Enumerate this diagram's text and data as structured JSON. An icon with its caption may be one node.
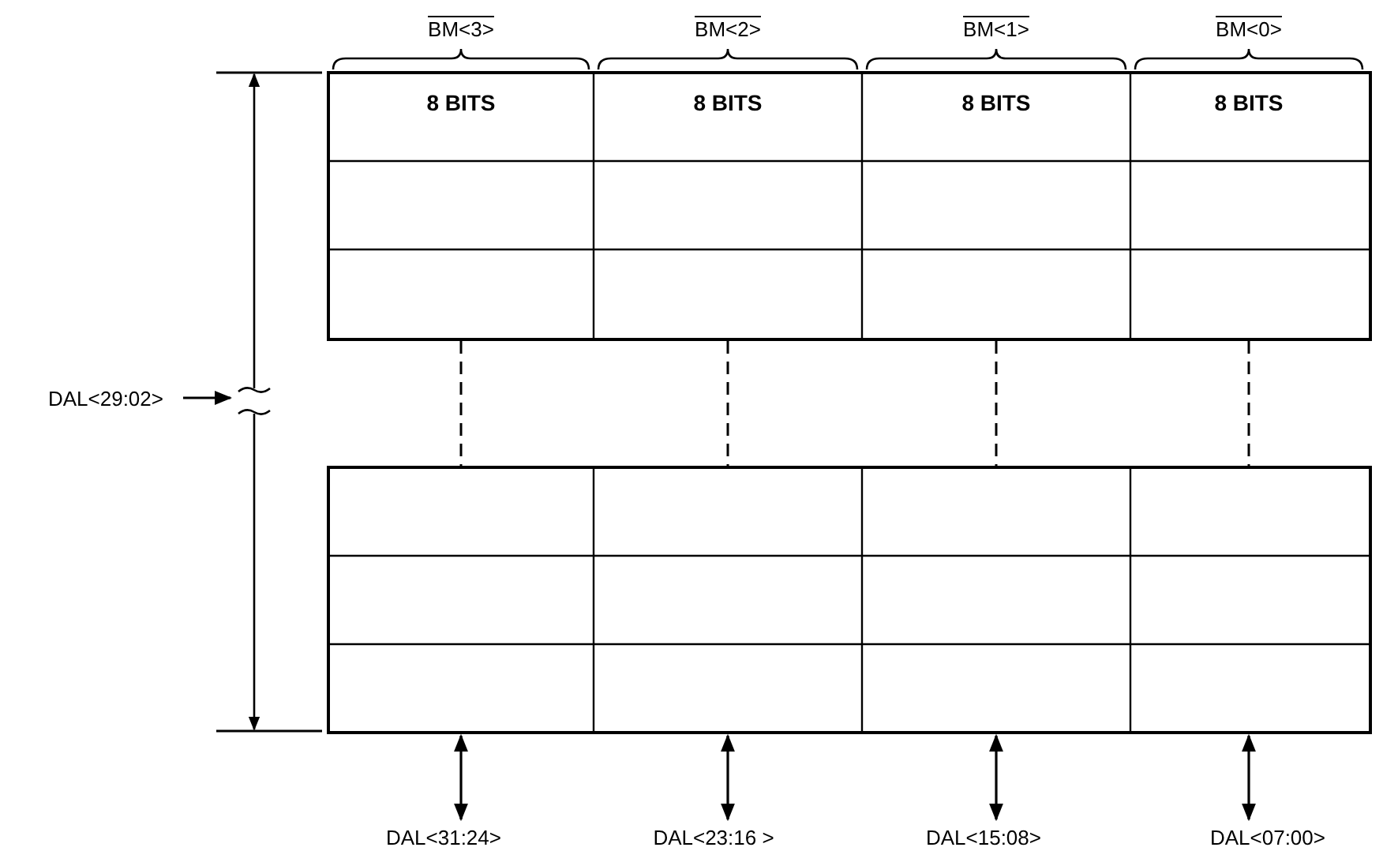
{
  "diagram": {
    "nodes": [
      {
        "text": [],
        "shape": "box"
      },
      {
        "text": [
          "8 BITS"
        ],
        "in": 0
      },
      {
        "text": [
          "8 BITS"
        ],
        "in": 0
      },
      {
        "text": [
          "8 BITS"
        ],
        "in": 0
      },
      {
        "text": [
          "8 BITS"
        ],
        "in": 0
      },
      {
        "text": [],
        "shape": "box"
      },
      {
        "text": [
          "DAL<29:02>"
        ]
      },
      {
        "text": [
          "DAL<31:24>"
        ]
      },
      {
        "text": [
          "DAL<23:16 >"
        ]
      },
      {
        "text": [
          "DAL<15:08>"
        ]
      },
      {
        "text": [
          "DAL<07:00>"
        ]
      }
    ],
    "edges": [
      {
        "from": 6,
        "to": null,
        "arrow": "to"
      },
      {
        "from": 7,
        "to": 5,
        "arrow": "both"
      },
      {
        "from": 8,
        "to": 5,
        "arrow": "both"
      },
      {
        "from": 9,
        "to": 5,
        "arrow": "both"
      },
      {
        "from": 10,
        "to": 5,
        "arrow": "both"
      },
      {
        "from": 0,
        "to": 5,
        "arrow": "none",
        "style": "dashed"
      },
      {
        "from": 0,
        "to": 5,
        "arrow": "none",
        "style": "dashed"
      },
      {
        "from": 0,
        "to": 5,
        "arrow": "none",
        "style": "dashed"
      },
      {
        "from": 0,
        "to": 5,
        "arrow": "none",
        "style": "dashed"
      }
    ],
    "labels": [
      "BM<3>",
      "BM<2>",
      "BM<1>",
      "BM<0>"
    ]
  }
}
